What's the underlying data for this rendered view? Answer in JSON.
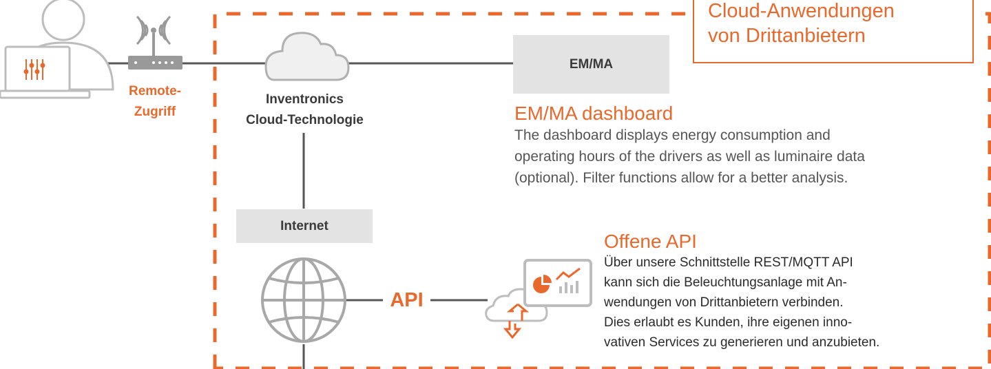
{
  "colors": {
    "accent": "#e8692b",
    "line": "#555555",
    "box": "#e3e3e3",
    "icon": "#bdbdbd"
  },
  "icons": [
    "user-icon",
    "laptop-icon",
    "router-icon",
    "cloud-icon",
    "globe-icon",
    "cloud-sync-icon",
    "dashboard-chart-icon"
  ],
  "remote": {
    "label_line1": "Remote-",
    "label_line2": "Zugriff"
  },
  "cloud": {
    "label_line1": "Inventronics",
    "label_line2": "Cloud-Technologie"
  },
  "emma_box": {
    "label": "EM/MA"
  },
  "emma_dashboard": {
    "heading": "EM/MA dashboard",
    "lines": [
      "The dashboard displays energy consumption and",
      "operating hours of the drivers as well as luminaire data",
      "(optional). Filter functions allow for a better analysis."
    ]
  },
  "internet_box": {
    "label": "Internet"
  },
  "api_label": "API",
  "open_api": {
    "heading": "Offene API",
    "lines": [
      "Über unsere Schnittstelle REST/MQTT API",
      "kann sich die Beleuchtungsanlage mit An-",
      "wendungen von Drittanbietern verbinden.",
      "Dies erlaubt es Kunden, ihre eigenen inno-",
      "vativen Services zu generieren und anzubieten."
    ]
  },
  "third_party": {
    "line1": "Cloud-Anwendungen",
    "line2": "von Drittanbietern"
  }
}
